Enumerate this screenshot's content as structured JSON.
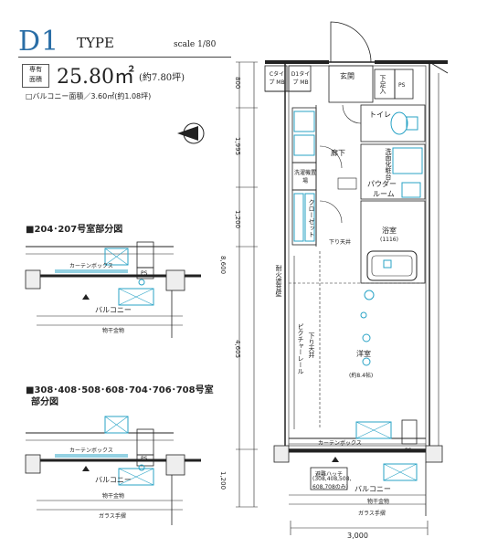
{
  "header": {
    "type_letter": "D1",
    "type_word": "TYPE",
    "scale": "scale 1/80",
    "area_label_1": "専有",
    "area_label_2": "面積",
    "area_value": "25.80㎡",
    "area_tsubo": "(約7.80坪)",
    "balcony_note": "□バルコニー面積／3.60㎡(約1.08坪)"
  },
  "partial1": {
    "title": "■204･207号室部分図",
    "curtain_box": "カーテンボックス",
    "ps": "PS",
    "balcony": "バルコニー",
    "drying_rail": "物干金物"
  },
  "partial2": {
    "title_line1": "■308･408･508･608･704･706･708号室",
    "title_line2": "部分図",
    "curtain_box": "カーテンボックス",
    "ps": "PS",
    "balcony": "バルコニー",
    "drying_rail": "物干金物",
    "glass_rail": "ガラス手摺"
  },
  "plan": {
    "c_type_mb": "Cタイプ MB",
    "d1_type_mb": "D1タイプ MB",
    "entrance": "玄関",
    "shoe_box": "下足入",
    "ps_top": "PS",
    "toilet": "トイレ",
    "corridor": "廊下",
    "laundry": "洗濯機置場",
    "washroom": "洗面化粧台",
    "powder_room_1": "パウダー",
    "powder_room_2": "ルーム",
    "closet": "クローゼット",
    "bathroom": "浴室",
    "bath_size": "(1116)",
    "lower_ceiling_1": "下り天井",
    "lower_ceiling_2": "下り天井",
    "fire_cover": "耐火遮音壁",
    "picture_rail": "ピクチャーレール",
    "western_room": "洋室",
    "western_size": "(約8.4帖)",
    "curtain_box": "カーテンボックス",
    "ps_bottom": "PS",
    "hatch_1": "避難ハッチ",
    "hatch_2": "(308,408,508,",
    "hatch_3": "608,708のみ)",
    "balcony": "バルコニー",
    "drying_rail": "物干金物",
    "glass_rail": "ガラス手摺"
  },
  "dimensions": {
    "d800": "800",
    "d1995": "1,995",
    "d1200a": "1,200",
    "d8600": "8,600",
    "d4605": "4,605",
    "d1200b": "1,200",
    "d3000": "3,000"
  },
  "colors": {
    "accent": "#2a6ea6",
    "fixture": "#29a3c6"
  }
}
